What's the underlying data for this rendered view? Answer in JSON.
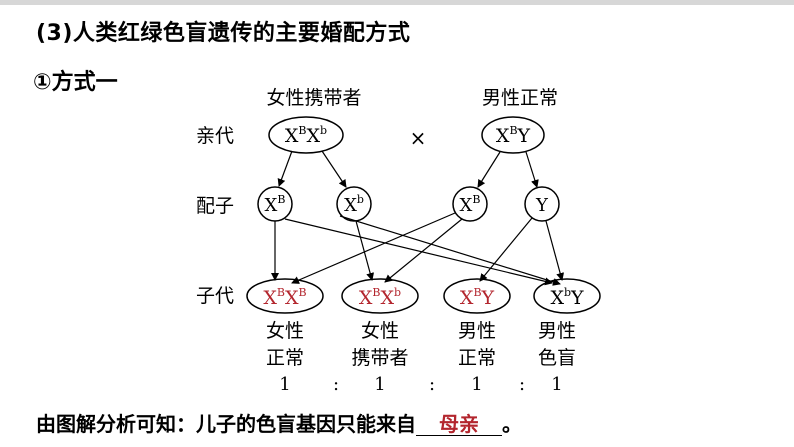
{
  "heading": "(3)人类红绿色盲遗传的主要婚配方式",
  "subheading": "①方式一",
  "row_labels": {
    "parents": "亲代",
    "gametes": "配子",
    "offspring": "子代"
  },
  "parents": {
    "female": {
      "label": "女性携带者",
      "genotype": "XBXb"
    },
    "cross": "×",
    "male": {
      "label": "男性正常",
      "genotype": "XBY"
    }
  },
  "gametes": [
    "XB",
    "Xb",
    "XB",
    "Y"
  ],
  "offspring": [
    {
      "genotype": "XBXB",
      "phenotype_line1": "女性",
      "phenotype_line2": "正常",
      "ratio": "1",
      "highlight": true
    },
    {
      "genotype": "XBXb",
      "phenotype_line1": "女性",
      "phenotype_line2": "携带者",
      "ratio": "1",
      "highlight": true
    },
    {
      "genotype": "XBY",
      "phenotype_line1": "男性",
      "phenotype_line2": "正常",
      "ratio": "1",
      "highlight": true
    },
    {
      "genotype": "XbY",
      "phenotype_line1": "男性",
      "phenotype_line2": "色盲",
      "ratio": "1",
      "highlight": false
    }
  ],
  "ratio_separator": ":",
  "conclusion": {
    "text": "由图解分析可知：儿子的色盲基因只能来自",
    "answer": "母亲",
    "end": "。"
  },
  "colors": {
    "highlight": "#b3262e",
    "normal": "#000000",
    "topbar": "#d7d7d7"
  }
}
